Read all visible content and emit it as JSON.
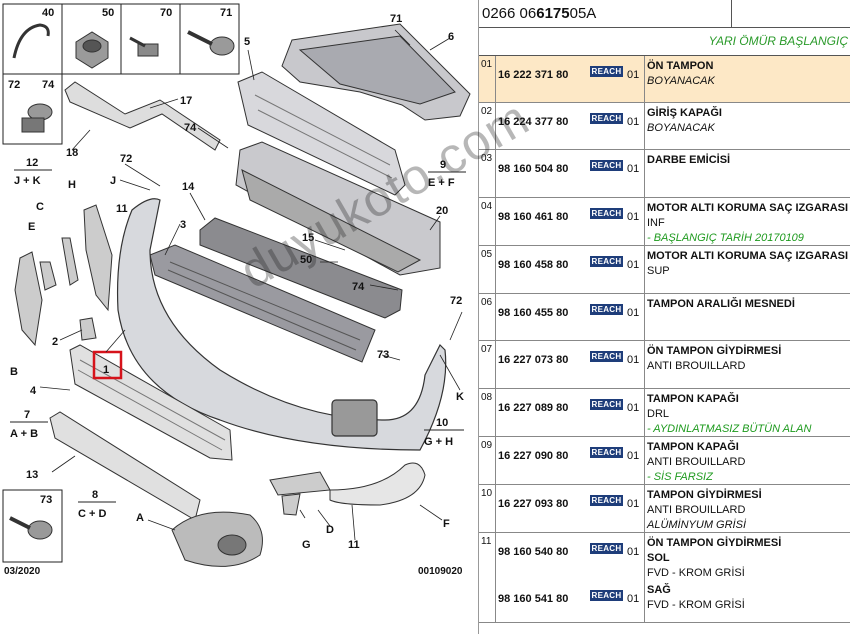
{
  "header": {
    "ref_prefix": "0266 06 ",
    "ref_bold": "6175",
    "ref_suffix": " 05A",
    "subtitle": "YARI ÖMÜR BAŞLANGIÇ"
  },
  "diagram": {
    "date_code": "03/2020",
    "drawing_no": "00109020",
    "callouts": [
      "1",
      "2",
      "3",
      "4",
      "5",
      "6",
      "7",
      "8",
      "9",
      "10",
      "11",
      "11",
      "12",
      "13",
      "14",
      "15",
      "17",
      "18",
      "20",
      "40",
      "50",
      "50",
      "70",
      "71",
      "71",
      "72",
      "72",
      "72",
      "73",
      "73",
      "74",
      "74",
      "74",
      "A",
      "B",
      "C",
      "D",
      "E",
      "F",
      "G",
      "H",
      "J",
      "K"
    ],
    "group_labels": [
      {
        "num": "7",
        "letters": "A + B"
      },
      {
        "num": "8",
        "letters": "C + D"
      },
      {
        "num": "9",
        "letters": "E + F"
      },
      {
        "num": "10",
        "letters": "G + H"
      },
      {
        "num": "12",
        "letters": "J + K"
      }
    ],
    "highlight_callout": "1"
  },
  "badge_label": "REACH",
  "parts": [
    {
      "no": "01",
      "highlight": true,
      "lines": [
        {
          "pn": "16 222 371 80",
          "reach": true,
          "qty": "01",
          "desc": "ÖN TAMPON",
          "style": "b"
        },
        {
          "desc": "BOYANACAK",
          "style": "i"
        }
      ]
    },
    {
      "no": "02",
      "lines": [
        {
          "pn": "16 224 377 80",
          "reach": true,
          "qty": "01",
          "desc": "GİRİŞ KAPAĞI",
          "style": "b"
        },
        {
          "desc": "BOYANACAK",
          "style": "i"
        }
      ]
    },
    {
      "no": "03",
      "lines": [
        {
          "pn": "98 160 504 80",
          "reach": true,
          "qty": "01",
          "desc": "DARBE EMİCİSİ",
          "style": "b"
        }
      ]
    },
    {
      "no": "04",
      "lines": [
        {
          "pn": "98 160 461 80",
          "reach": true,
          "qty": "01",
          "desc": "MOTOR ALTI KORUMA SAÇ IZGARASI",
          "style": "b"
        },
        {
          "desc": "INF",
          "style": ""
        },
        {
          "desc": "- BAŞLANGIÇ TARİH 20170109",
          "style": "g"
        }
      ]
    },
    {
      "no": "05",
      "lines": [
        {
          "pn": "98 160 458 80",
          "reach": true,
          "qty": "01",
          "desc": "MOTOR ALTI KORUMA SAÇ IZGARASI",
          "style": "b"
        },
        {
          "desc": "SUP",
          "style": ""
        }
      ]
    },
    {
      "no": "06",
      "lines": [
        {
          "pn": "98 160 455 80",
          "reach": true,
          "qty": "01",
          "desc": "TAMPON ARALIĞI MESNEDİ",
          "style": "b"
        }
      ]
    },
    {
      "no": "07",
      "lines": [
        {
          "pn": "16 227 073 80",
          "reach": true,
          "qty": "01",
          "desc": "ÖN TAMPON GİYDİRMESİ",
          "style": "b"
        },
        {
          "desc": "ANTI BROUILLARD",
          "style": ""
        }
      ]
    },
    {
      "no": "08",
      "lines": [
        {
          "pn": "16 227 089 80",
          "reach": true,
          "qty": "01",
          "desc": "TAMPON KAPAĞI",
          "style": "b"
        },
        {
          "desc": "DRL",
          "style": ""
        },
        {
          "desc": "- AYDINLATMASIZ BÜTÜN ALAN",
          "style": "g"
        }
      ]
    },
    {
      "no": "09",
      "lines": [
        {
          "pn": "16 227 090 80",
          "reach": true,
          "qty": "01",
          "desc": "TAMPON KAPAĞI",
          "style": "b"
        },
        {
          "desc": "ANTI BROUILLARD",
          "style": ""
        },
        {
          "desc": "- SİS FARSIZ",
          "style": "g"
        }
      ]
    },
    {
      "no": "10",
      "lines": [
        {
          "pn": "16 227 093 80",
          "reach": true,
          "qty": "01",
          "desc": "TAMPON GİYDİRMESİ",
          "style": "b"
        },
        {
          "desc": "ANTI BROUILLARD",
          "style": ""
        },
        {
          "desc": "ALÜMİNYUM GRİSİ",
          "style": "i"
        }
      ]
    },
    {
      "no": "11",
      "lines": [
        {
          "pn": "98 160 540 80",
          "reach": true,
          "qty": "01",
          "desc": "ÖN TAMPON GİYDİRMESİ",
          "style": "b"
        },
        {
          "desc": "SOL",
          "style": "b"
        },
        {
          "desc": "FVD - KROM GRİSİ",
          "style": ""
        },
        {
          "pn": "98 160 541 80",
          "reach": true,
          "qty": "01",
          "desc": "SAĞ",
          "style": "b"
        },
        {
          "desc": "FVD - KROM GRİSİ",
          "style": ""
        }
      ]
    }
  ],
  "watermark": "duyukoto.com"
}
